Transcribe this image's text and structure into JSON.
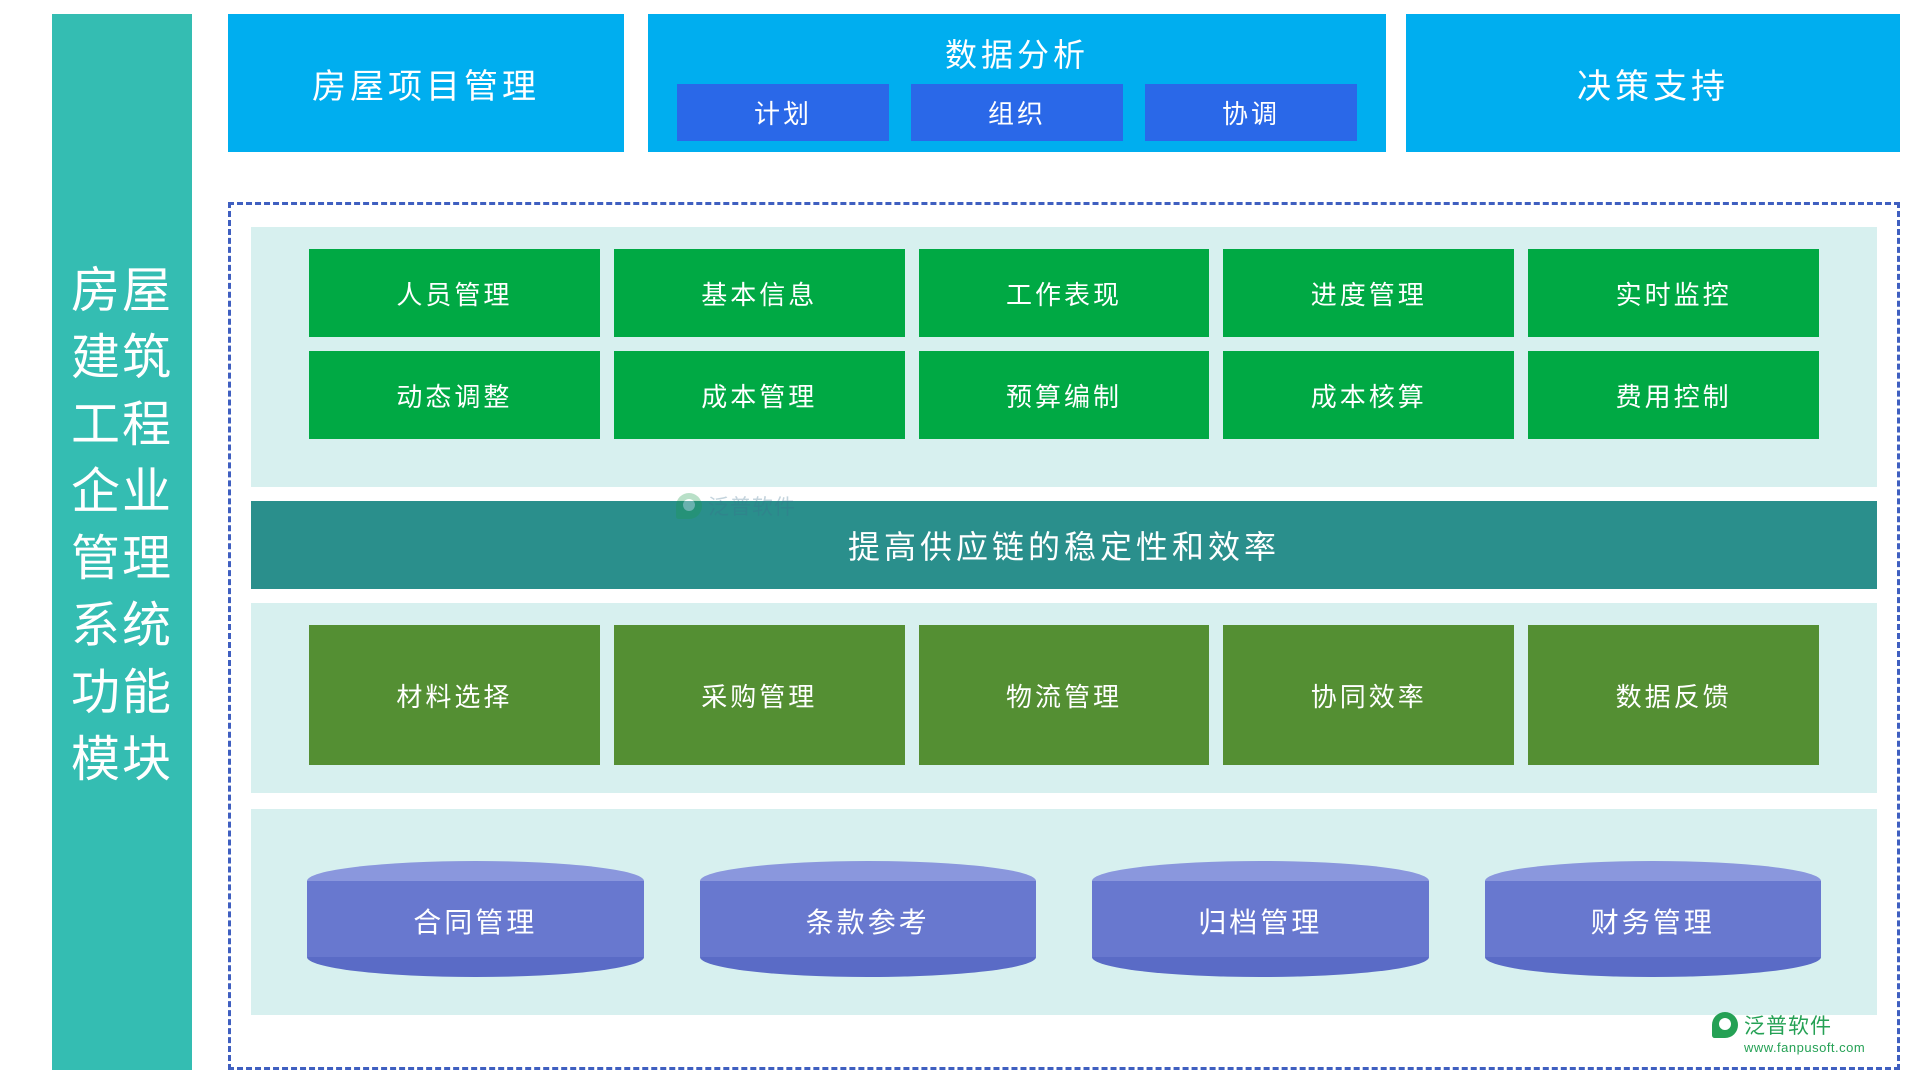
{
  "sidebar": {
    "lines": [
      "房屋",
      "建筑",
      "工程",
      "企业",
      "管理",
      "系统",
      "功能",
      "模块"
    ],
    "full_text": "房屋建筑工程企业管理系统功能模块",
    "color": "#34bdb2"
  },
  "header": {
    "left": {
      "title": "房屋项目管理",
      "color": "#00aeef"
    },
    "middle": {
      "title": "数据分析",
      "color": "#00aeef",
      "buttons": [
        {
          "label": "计划",
          "color": "#2a68e8"
        },
        {
          "label": "组织",
          "color": "#2a68e8"
        },
        {
          "label": "协调",
          "color": "#2a68e8"
        }
      ]
    },
    "right": {
      "title": "决策支持",
      "color": "#00aeef"
    }
  },
  "sections": {
    "green_panel": {
      "background": "#d7f0ef",
      "tile_color": "#00a944",
      "row1": [
        "人员管理",
        "基本信息",
        "工作表现",
        "进度管理",
        "实时监控"
      ],
      "row2": [
        "动态调整",
        "成本管理",
        "预算编制",
        "成本核算",
        "费用控制"
      ]
    },
    "banner": {
      "text": "提高供应链的稳定性和效率",
      "color": "#2a8f8c"
    },
    "olive_panel": {
      "background": "#d7f0ef",
      "tile_color": "#548f33",
      "items": [
        "材料选择",
        "采购管理",
        "物流管理",
        "协同效率",
        "数据反馈"
      ]
    },
    "cylinder_panel": {
      "background": "#d7f0ef",
      "cylinder_color": "#6878cf",
      "items": [
        "合同管理",
        "条款参考",
        "归档管理",
        "财务管理"
      ]
    }
  },
  "watermarks": {
    "center": {
      "text": "泛普软件"
    },
    "corner": {
      "text": "泛普软件",
      "url": "www.fanpusoft.com"
    }
  }
}
